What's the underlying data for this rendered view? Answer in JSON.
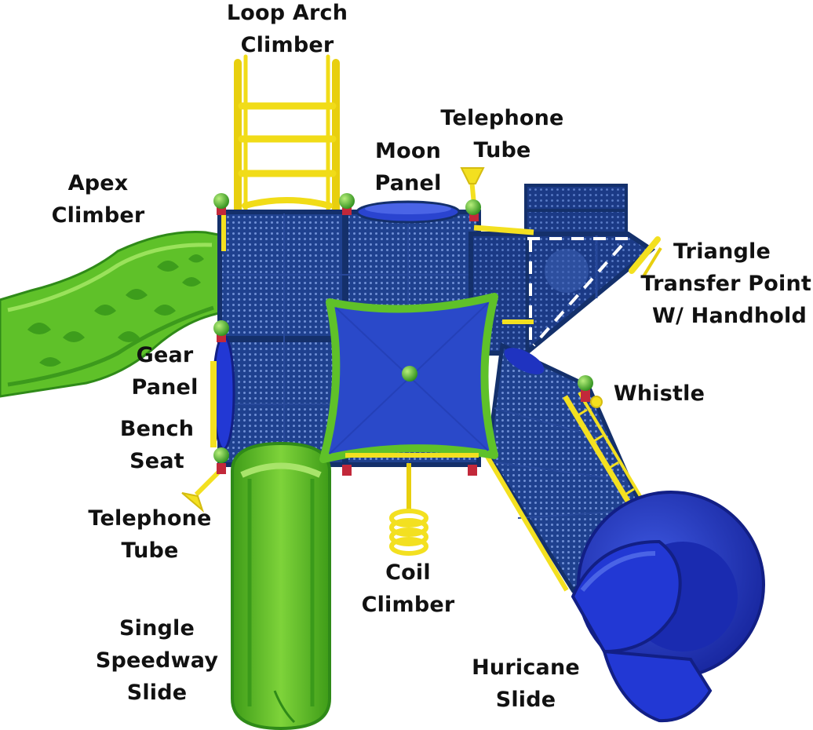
{
  "diagram": {
    "labels": {
      "loop_arch_climber": [
        "Loop Arch",
        "Climber"
      ],
      "telephone_tube_top": [
        "Telephone",
        "Tube"
      ],
      "moon_panel": [
        "Moon",
        "Panel"
      ],
      "apex_climber": [
        "Apex",
        "Climber"
      ],
      "triangle_transfer_point": [
        "Triangle",
        "Transfer Point",
        "W/ Handhold"
      ],
      "gear_panel": [
        "Gear",
        "Panel"
      ],
      "whistle": [
        "Whistle"
      ],
      "bench_seat": [
        "Bench",
        "Seat"
      ],
      "telephone_tube_bottom": [
        "Telephone",
        "Tube"
      ],
      "coil_climber": [
        "Coil",
        "Climber"
      ],
      "single_speedway_slide": [
        "Single",
        "Speedway",
        "Slide"
      ],
      "huricane_slide": [
        "Huricane",
        "Slide"
      ]
    },
    "colors": {
      "deck_blue": "#1e3f8f",
      "navy_frame": "#16316e",
      "roof_blue": "#2a49c9",
      "lime_green": "#5cc02a",
      "yellow": "#f3e020",
      "slide_blue": "#1f33c0",
      "post_red": "#c2283a",
      "text": "#111111"
    }
  }
}
